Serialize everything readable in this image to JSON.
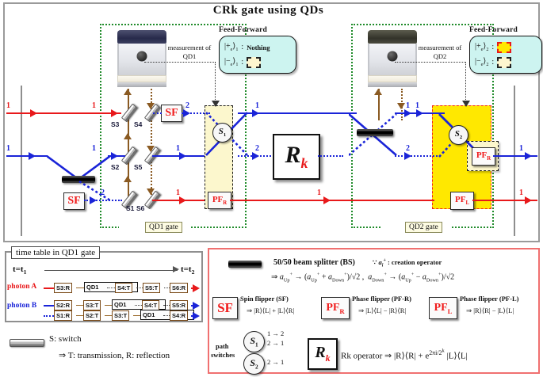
{
  "title": "CRk gate using QDs",
  "diagram": {
    "measurement_labels": [
      "measurement of QD1",
      "measurement of QD2"
    ],
    "gate_labels": [
      "QD1 gate",
      "QD2 gate"
    ],
    "switch_labels": [
      "S3",
      "S2",
      "S1",
      "S4",
      "S5",
      "S6"
    ],
    "path_switch_labels": [
      "S",
      "S"
    ],
    "path_switch_subs": [
      "1",
      "2"
    ],
    "rk_label": "R",
    "rk_sub": "k",
    "sf_label": "SF",
    "pf_r_label": "PF",
    "pf_r_sub": "R",
    "pf_l_label": "PF",
    "pf_l_sub": "L",
    "port_numbers": {
      "in_top": "1",
      "in_mid": "1",
      "a_s3": "1",
      "a_s4_out": "2",
      "b_s2": "1",
      "b_s1_out": "2",
      "mid_top": "1",
      "mid_bot": "2",
      "after_bs_top": "1",
      "after_bs_bot": "2",
      "qd2_in": "1",
      "qd2_in2": "2",
      "out_blue": "1",
      "out_red": "1",
      "red_mid": "1",
      "red_s6": "1"
    },
    "feed_forward": {
      "header": "Feed-Forward",
      "ff1": [
        {
          "ket": "+",
          "sub": "1",
          "sep": ":",
          "value": "Nothing",
          "swatch": "none"
        },
        {
          "ket": "−",
          "sub": "1",
          "sep": ":",
          "value": "",
          "swatch": "pale"
        }
      ],
      "ff2": [
        {
          "ket": "+",
          "sub": "2",
          "sep": ":",
          "value": "",
          "swatch": "bright"
        },
        {
          "ket": "−",
          "sub": "2",
          "sep": ":",
          "value": "",
          "swatch": "pale"
        }
      ]
    }
  },
  "time_table": {
    "title": "time table in QD1 gate",
    "t_start": "t=t",
    "t_start_sub": "1",
    "t_end": "t=t",
    "t_end_sub": "2",
    "row_labels": [
      "photon A",
      "photon B"
    ],
    "rows": [
      {
        "label": "photon A",
        "color": "red",
        "style": "solid",
        "cells": [
          "S3:R",
          "QD1",
          "S4:T",
          "S5:T",
          "S6:R"
        ],
        "links": [
          "solid",
          "dotted",
          "dotted",
          "dotted"
        ]
      },
      {
        "label": "photon B",
        "color": "blue",
        "style": "solid",
        "cells": [
          "S2:R",
          "S3:T",
          "QD1",
          "S4:T",
          "S5:R"
        ],
        "links": [
          "solid",
          "solid",
          "dotted",
          "dotted"
        ]
      },
      {
        "label": "",
        "color": "blue",
        "style": "dotted",
        "cells": [
          "S1:R",
          "S2:T",
          "S3:T",
          "QD1",
          "S4:R"
        ],
        "links": [
          "solid",
          "solid",
          "solid",
          "dotted"
        ]
      }
    ],
    "switch_note_1": "S: switch",
    "switch_note_2": "⇒ T: transmission, R: reflection"
  },
  "legend": {
    "bs_title": "50/50 beam splitter (BS)",
    "bs_note": "∵ aⁱ⁺ : creation operator",
    "bs_formula_prefix": "⇒",
    "bs_formula": "a↑⁺ → (a↑⁺ + a↓⁺)/√2 ,  a↓⁺ → (a↑⁺ − a↓⁺)/√2",
    "items": [
      {
        "box": "SF",
        "sub": "",
        "title": "Spin flipper (SF)",
        "formula": "⇒ |R⟩⟨L| + |L⟩⟨R|"
      },
      {
        "box": "PF",
        "sub": "R",
        "title": "Phase flipper (PF-R)",
        "formula": "⇒ |L⟩⟨L| − |R⟩⟨R|"
      },
      {
        "box": "PF",
        "sub": "L",
        "title": "Phase flipper (PF-L)",
        "formula": "⇒ |R⟩⟨R| − |L⟩⟨L|"
      }
    ],
    "path_switch_label_1": "path",
    "path_switch_label_2": "switches",
    "path_switches": [
      {
        "name": "S",
        "sub": "1",
        "rules": [
          "1 → 2",
          "2 → 1"
        ]
      },
      {
        "name": "S",
        "sub": "2",
        "rules": [
          "2 → 1"
        ]
      }
    ],
    "rk_box": "R",
    "rk_box_sub": "k",
    "rk_text": "Rk operator ⇒ |R⟩⟨R| + e",
    "rk_exp": "2πi/2",
    "rk_exp_sup": "k",
    "rk_tail": "|L⟩⟨L|"
  },
  "colors": {
    "photon_a": "#e8191b",
    "photon_b": "#1a24d8",
    "gate_frame": "#1f8b2a",
    "highlight_bright": "#ffe800",
    "highlight_pale": "#fcf7cd",
    "feed_forward_bg": "#cdf4f0",
    "brown_beam": "#8a5a22"
  }
}
